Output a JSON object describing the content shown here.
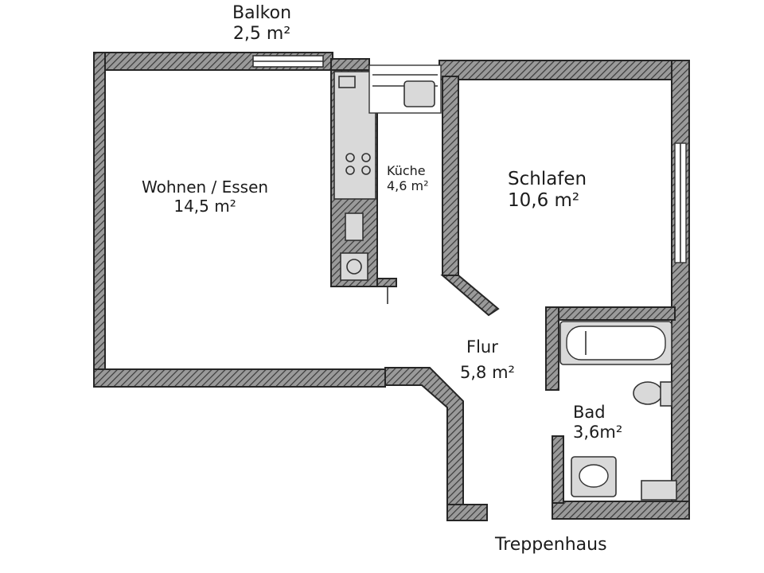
{
  "rooms": {
    "balkon": {
      "name": "Balkon",
      "area": "2,5 m²"
    },
    "wohnen": {
      "name": "Wohnen / Essen",
      "area": "14,5 m²"
    },
    "kueche": {
      "name": "Küche",
      "area": "4,6 m²"
    },
    "schlafen": {
      "name": "Schlafen",
      "area": "10,6 m²"
    },
    "flur": {
      "name": "Flur",
      "area": "5,8 m²"
    },
    "bad": {
      "name": "Bad",
      "area": "3,6m²"
    },
    "treppenhaus": {
      "name": "Treppenhaus"
    }
  },
  "colors": {
    "wall_outline": "#262626",
    "wall_fill": "#8a8a8a",
    "fixture": "#d9d9d9",
    "text": "#1c1c1c"
  }
}
